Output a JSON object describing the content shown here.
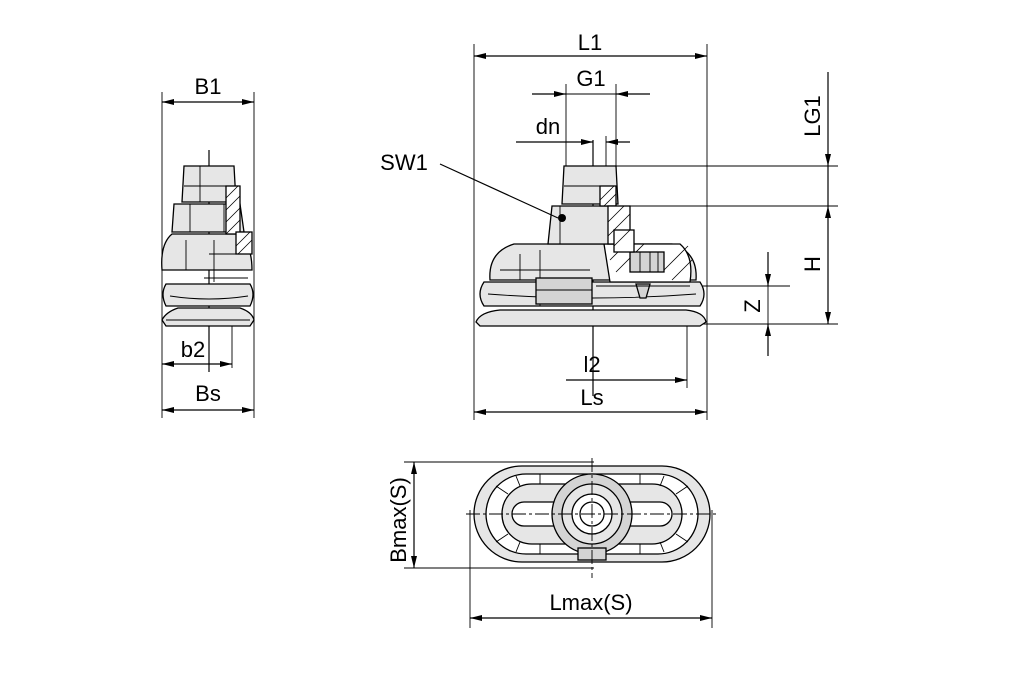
{
  "labels": {
    "b1": "B1",
    "b2": "b2",
    "bs": "Bs",
    "l1": "L1",
    "g1": "G1",
    "dn": "dn",
    "sw1": "SW1",
    "lg1": "LG1",
    "h": "H",
    "z": "Z",
    "l2": "l2",
    "ls": "Ls",
    "bmax": "Bmax(S)",
    "lmax": "Lmax(S)"
  }
}
